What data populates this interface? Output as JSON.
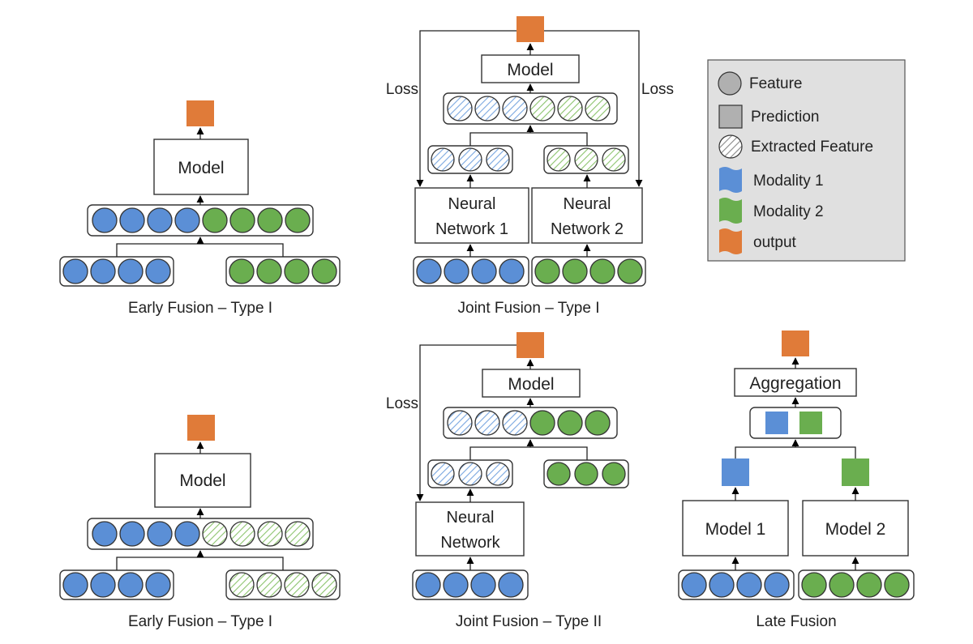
{
  "panels": {
    "early1": {
      "caption": "Early Fusion – Type I",
      "model": "Model"
    },
    "joint1": {
      "caption": "Joint Fusion – Type I",
      "model": "Model",
      "nn1": [
        "Neural",
        "Network 1"
      ],
      "nn2": [
        "Neural",
        "Network 2"
      ],
      "loss_left": "Loss",
      "loss_right": "Loss"
    },
    "early2": {
      "caption": "Early Fusion – Type I",
      "model": "Model"
    },
    "joint2": {
      "caption": "Joint Fusion – Type II",
      "model": "Model",
      "nn": [
        "Neural",
        "Network"
      ],
      "loss": "Loss"
    },
    "late": {
      "caption": "Late Fusion",
      "aggregation": "Aggregation",
      "model1": "Model 1",
      "model2": "Model 2"
    }
  },
  "legend": {
    "items": [
      {
        "icon": "feature-circle-icon",
        "label": "Feature"
      },
      {
        "icon": "prediction-square-icon",
        "label": "Prediction"
      },
      {
        "icon": "extracted-feature-icon",
        "label": "Extracted Feature"
      },
      {
        "icon": "modality1-flag-icon",
        "label": "Modality 1"
      },
      {
        "icon": "modality2-flag-icon",
        "label": "Modality 2"
      },
      {
        "icon": "output-flag-icon",
        "label": "output"
      }
    ]
  },
  "colors": {
    "modality1": "#5b8fd6",
    "modality2": "#6aae4f",
    "output": "#e07b39",
    "legend_bg": "#e0e0e0",
    "gray_shape": "#b0b0b0"
  }
}
